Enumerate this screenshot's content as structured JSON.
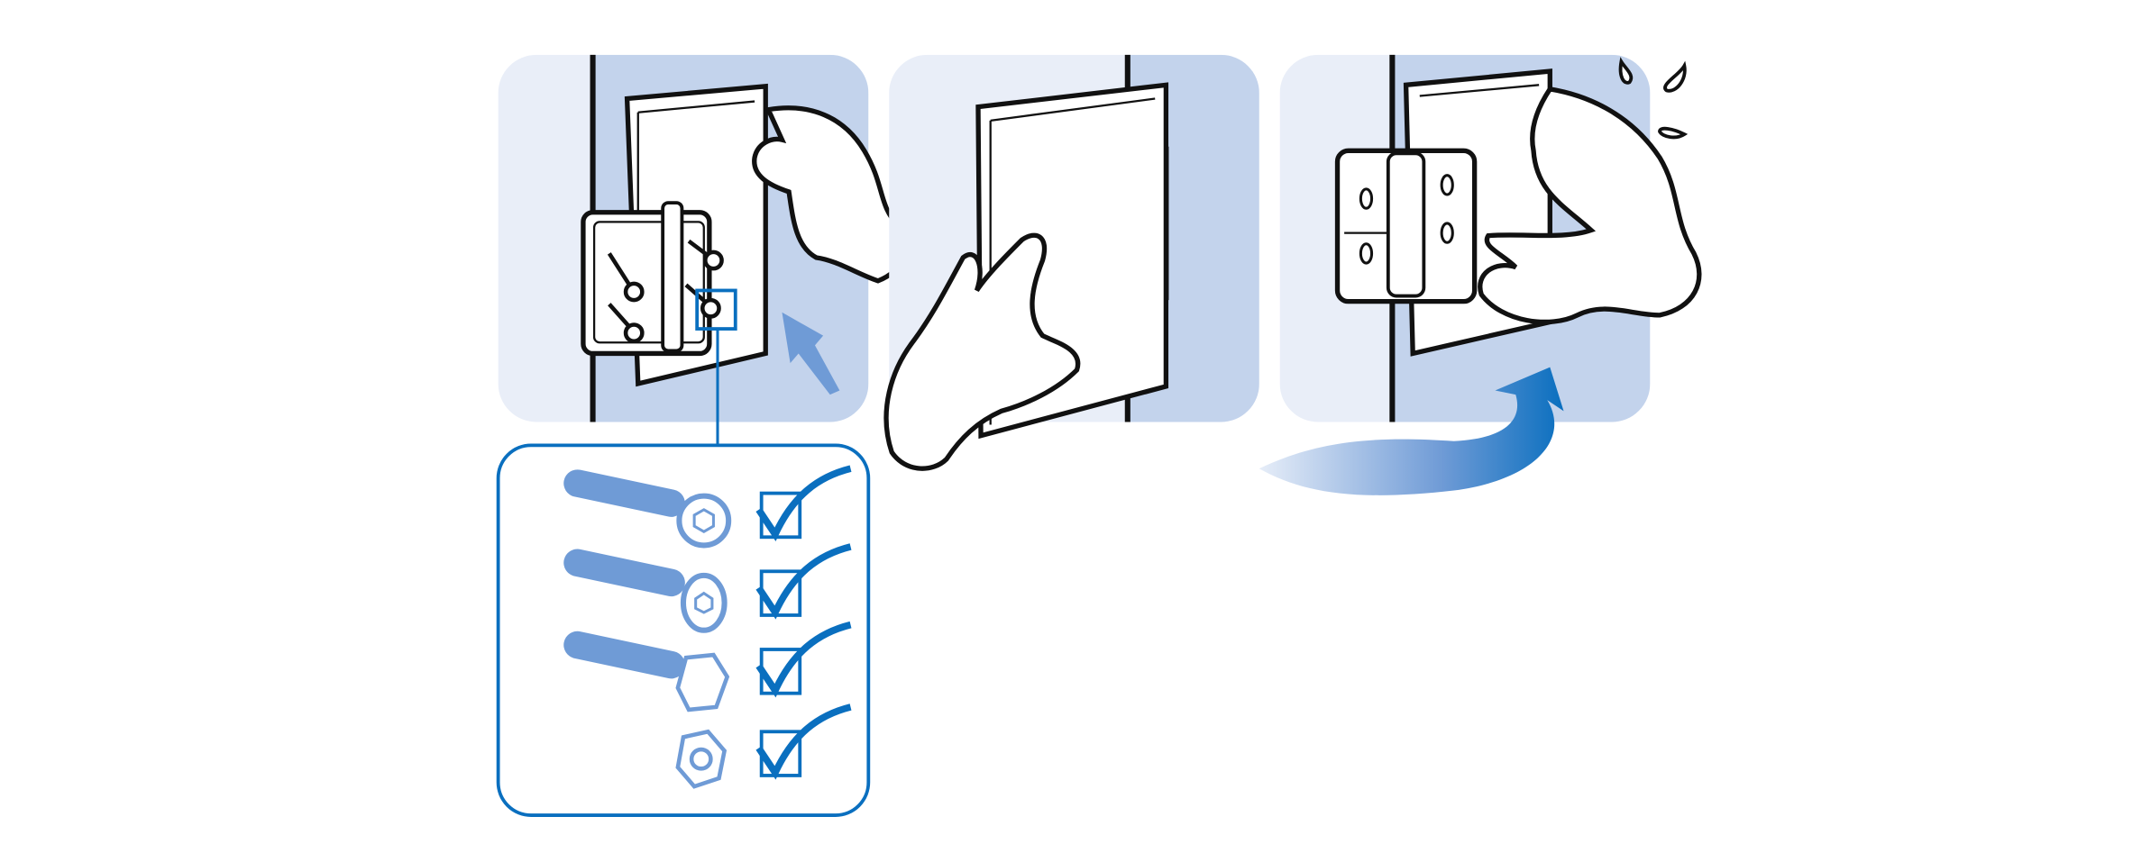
{
  "colors": {
    "panel_light": "#e9eef8",
    "panel_dark": "#c3d3ec",
    "accent_blue": "#0a6fbf",
    "part_blue": "#6f9bd6",
    "outline": "#111111"
  },
  "steps": [
    {
      "id": "step-1",
      "icon": "hinge-on-door-with-bolts"
    },
    {
      "id": "step-2",
      "icon": "hand-holding-door"
    },
    {
      "id": "step-3",
      "icon": "hands-fitting-hinge"
    }
  ],
  "parts": [
    {
      "icon": "socket-cap-bolt-icon",
      "checked": true
    },
    {
      "icon": "button-head-bolt-icon",
      "checked": true
    },
    {
      "icon": "hex-bolt-icon",
      "checked": true
    },
    {
      "icon": "hex-nut-icon",
      "checked": true
    }
  ]
}
